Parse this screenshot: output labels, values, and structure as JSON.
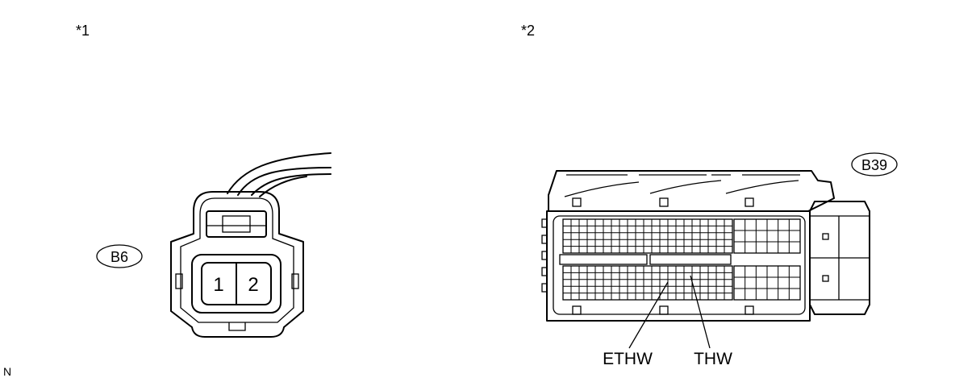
{
  "figure_labels": {
    "left": "*1",
    "right": "*2"
  },
  "connectors": [
    {
      "id": "B6",
      "pins": [
        "1",
        "2"
      ]
    },
    {
      "id": "B39",
      "terminals": [
        "ETHW",
        "THW"
      ]
    }
  ],
  "corner_mark": "N",
  "colors": {
    "line": "#000000",
    "background": "#ffffff"
  }
}
